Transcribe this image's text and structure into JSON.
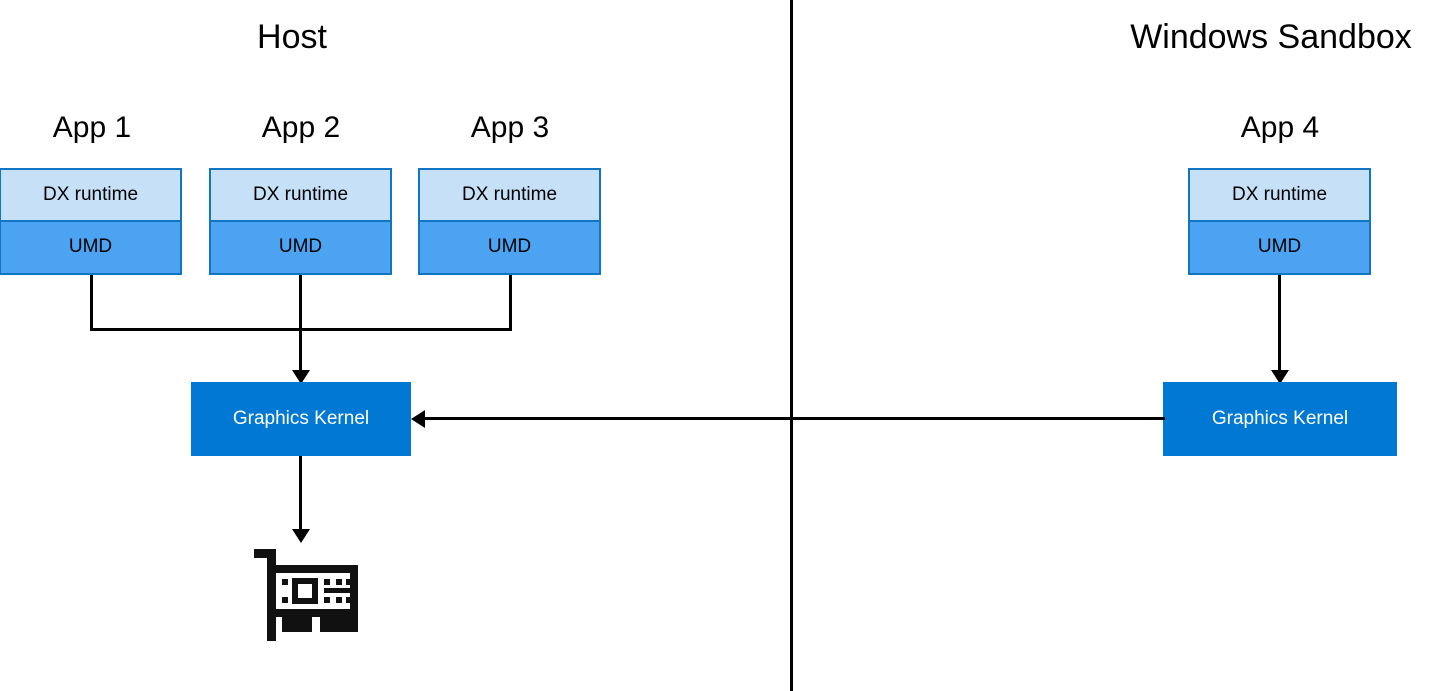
{
  "diagram": {
    "title_host": "Host",
    "title_sandbox": "Windows Sandbox",
    "apps": [
      {
        "label": "App 1",
        "runtime": "DX runtime",
        "driver": "UMD",
        "side": "host"
      },
      {
        "label": "App 2",
        "runtime": "DX runtime",
        "driver": "UMD",
        "side": "host"
      },
      {
        "label": "App 3",
        "runtime": "DX runtime",
        "driver": "UMD",
        "side": "host"
      },
      {
        "label": "App 4",
        "runtime": "DX runtime",
        "driver": "UMD",
        "side": "sandbox"
      }
    ],
    "graphics_kernel_host": "Graphics Kernel",
    "graphics_kernel_sandbox": "Graphics Kernel",
    "gpu_icon_name": "graphics-card-icon",
    "colors": {
      "runtime_fill": "#C6E0F7",
      "umd_fill": "#4BA3F2",
      "box_border": "#1175C4",
      "kernel_fill": "#0078D4",
      "kernel_text": "#FFFFFF",
      "line": "#000000",
      "background": "#FFFFFF"
    }
  }
}
